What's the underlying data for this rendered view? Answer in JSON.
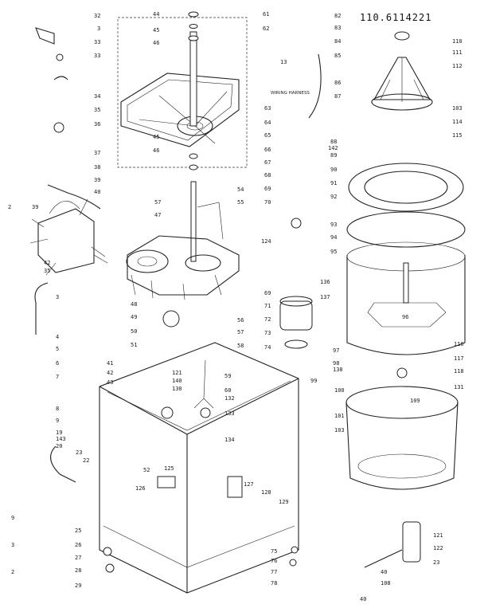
{
  "diagram": {
    "title": "110.6114221",
    "notes": {
      "wiring_harness": "WIRING HARNESS"
    },
    "part_labels": {
      "p32": "32",
      "p3": "3",
      "p33a": "33",
      "p33b": "33",
      "p34": "34",
      "p35a": "35",
      "p36": "36",
      "p37": "37",
      "p38": "38",
      "p39a": "39",
      "p40a": "40",
      "p44": "44",
      "p45a": "45",
      "p46a": "46",
      "p45b": "45",
      "p46b": "46",
      "p47": "47",
      "p54": "54",
      "p55": "55",
      "p57a": "57",
      "p61": "61",
      "p62a": "62",
      "p13": "13",
      "p63": "63",
      "p64": "64",
      "p65": "65",
      "p66": "66",
      "p67": "67",
      "p68a": "68",
      "p69a": "69",
      "p70": "70",
      "p82": "82",
      "p83": "83",
      "p84": "84",
      "p85": "85",
      "p86": "86",
      "p87": "87",
      "p88": "88",
      "p142": "142",
      "p89": "89",
      "p90": "90",
      "p91": "91",
      "p92": "92",
      "p93": "93",
      "p94": "94",
      "p95": "95",
      "p110": "110",
      "p111": "111",
      "p112": "112",
      "p103a": "103",
      "p114": "114",
      "p115": "115",
      "p2a": "2",
      "p39b": "39",
      "p42a": "42",
      "p35b": "35",
      "p124": "124",
      "p136": "136",
      "p137": "137",
      "p96": "96",
      "p3b": "3",
      "p4": "4",
      "p5": "5",
      "p6": "6",
      "p7": "7",
      "p8": "8",
      "p9": "9",
      "p19": "19",
      "p143": "143",
      "p20": "20",
      "p23a": "23",
      "p48": "48",
      "p49": "49",
      "p50": "50",
      "p51": "51",
      "p56": "56",
      "p57b": "57",
      "p58": "58",
      "p69b": "69",
      "p71": "71",
      "p72": "72",
      "p73": "73",
      "p74": "74",
      "p97": "97",
      "p98": "98",
      "p138": "138",
      "p99": "99",
      "p116": "116",
      "p117": "117",
      "p118": "118",
      "p131": "131",
      "p100": "100",
      "p101": "101",
      "p103b": "103",
      "p109": "109",
      "p121": "121",
      "p140": "140",
      "p130": "130",
      "p59": "59",
      "p132": "132",
      "p60": "60",
      "p133": "133",
      "p134": "134",
      "p41": "41",
      "p42b": "42",
      "p43": "43",
      "p22": "22",
      "p52": "52",
      "p125": "125",
      "p126": "126",
      "p127": "127",
      "p128": "128",
      "p129": "129",
      "p9b": "9",
      "p3c": "3",
      "p2b": "2",
      "p25": "25",
      "p26": "26",
      "p27": "27",
      "p28": "28",
      "p29": "29",
      "p75": "75",
      "p76": "76",
      "p77": "77",
      "p78": "78",
      "p121b": "121",
      "p122": "122",
      "p23b": "23",
      "p108": "108",
      "p40b": "40",
      "p40c": "40"
    }
  }
}
